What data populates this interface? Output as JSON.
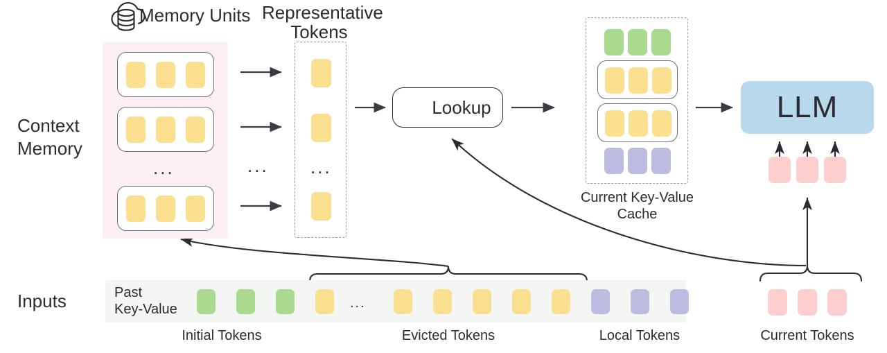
{
  "diagram": {
    "title": "Context Memory with Lookup for LLM KV Cache",
    "colors": {
      "yellow": "#fadf8e",
      "green": "#a9da8f",
      "purple": "#bcbce0",
      "pink": "#fdcece",
      "llm_blue": "#b8d9ec",
      "memory_panel_pink": "#fbeef5",
      "inputs_strip_gray": "#f4f6f4",
      "stroke": "#2b2b33",
      "dashed_stroke": "#9a9aa2"
    }
  },
  "labels": {
    "memory_units": "Memory Units",
    "representative_tokens_line1": "Representative",
    "representative_tokens_line2": "Tokens",
    "context_memory_line1": "Context",
    "context_memory_line2": "Memory",
    "lookup": "Lookup",
    "current_kv_cache_line1": "Current Key-Value",
    "current_kv_cache_line2": "Cache",
    "llm": "LLM",
    "inputs": "Inputs",
    "past_key_value_line1": "Past",
    "past_key_value_line2": "Key-Value",
    "initial_tokens": "Initial Tokens",
    "evicted_tokens": "Evicted Tokens",
    "local_tokens": "Local Tokens",
    "current_tokens": "Current Tokens",
    "ellipsis": "..."
  },
  "icons": {
    "cloud_database": "cloud-database-icon",
    "magnifier": "search-icon"
  },
  "context_memory": {
    "unit_count_visible": 3,
    "tokens_per_unit": 3,
    "token_color": "yellow",
    "has_ellipsis_between_units": true
  },
  "representative_tokens": {
    "count_visible": 3,
    "token_color": "yellow",
    "has_ellipsis": true,
    "container": "dashed"
  },
  "current_kv_cache": {
    "container": "dashed",
    "rows": [
      {
        "name": "initial",
        "color": "green",
        "count": 3,
        "boxed": false
      },
      {
        "name": "retrieved-a",
        "color": "yellow",
        "count": 3,
        "boxed": true
      },
      {
        "name": "retrieved-b",
        "color": "yellow",
        "count": 3,
        "boxed": true
      },
      {
        "name": "local",
        "color": "purple",
        "count": 3,
        "boxed": false
      }
    ]
  },
  "llm_inputs": {
    "token_color": "pink",
    "count": 3
  },
  "inputs_row": {
    "groups": [
      {
        "name": "initial-tokens",
        "label": "Initial Tokens",
        "color": "green",
        "count": 3
      },
      {
        "name": "evicted-tokens",
        "label": "Evicted Tokens",
        "color": "yellow",
        "count": 6,
        "has_ellipsis_after_first": true
      },
      {
        "name": "local-tokens",
        "label": "Local Tokens",
        "color": "purple",
        "count": 3
      }
    ],
    "current_group": {
      "name": "current-tokens",
      "label": "Current Tokens",
      "color": "pink",
      "count": 3
    }
  }
}
